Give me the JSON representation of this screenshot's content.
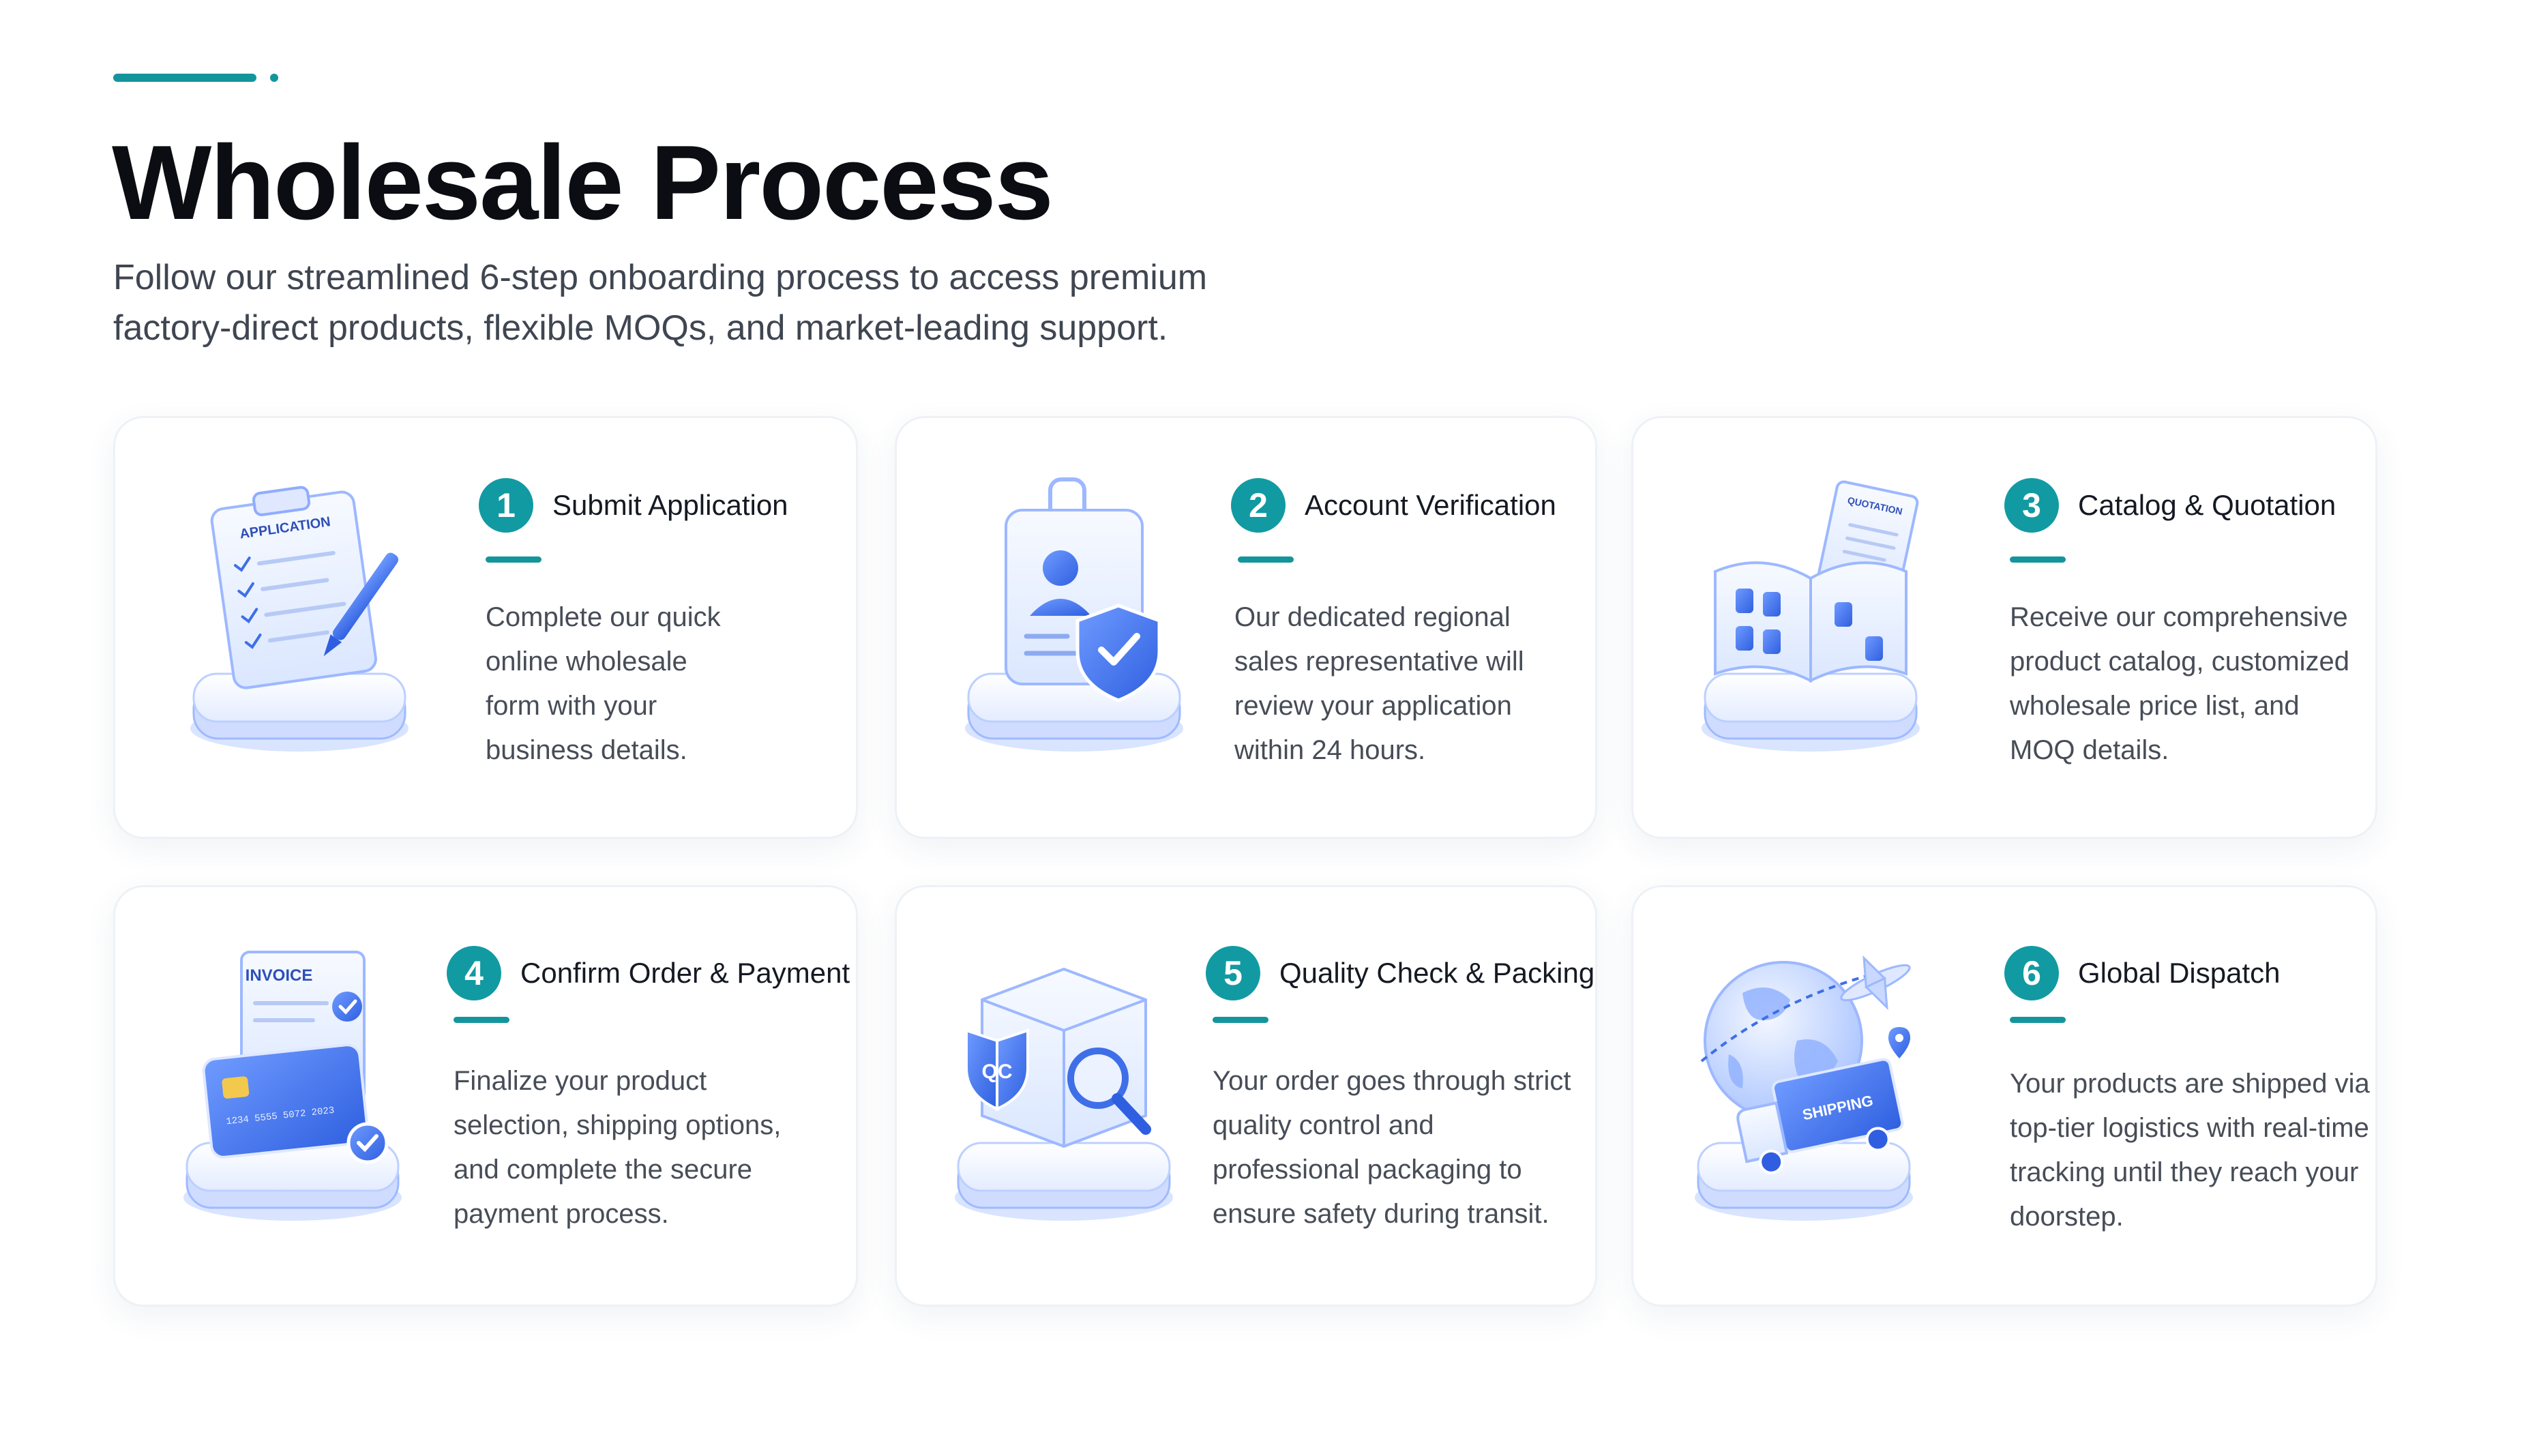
{
  "title": "Wholesale Process",
  "subtitle_lines": [
    "Follow our streamlined 6-step onboarding process to access premium",
    "factory-direct products, flexible MOQs, and market-leading support."
  ],
  "steps": [
    {
      "number": "1",
      "title": "Submit Application",
      "lines": [
        "Complete our quick",
        "online wholesale",
        "form with your",
        "business details."
      ],
      "illustration_label": "APPLICATION",
      "icon": "clipboard-application-icon"
    },
    {
      "number": "2",
      "title": "Account Verification",
      "lines": [
        "Our dedicated regional",
        "sales representative will",
        "review your application",
        "within 24 hours."
      ],
      "icon": "id-badge-shield-icon"
    },
    {
      "number": "3",
      "title": "Catalog & Quotation",
      "lines": [
        "Receive our comprehensive",
        "product catalog, customized",
        "wholesale price list, and",
        "MOQ details."
      ],
      "illustration_label": "QUOTATION",
      "icon": "catalog-book-quotation-icon"
    },
    {
      "number": "4",
      "title": "Confirm Order & Payment",
      "lines": [
        "Finalize your product",
        "selection, shipping options,",
        "and complete the secure",
        "payment process."
      ],
      "illustration_label": "INVOICE",
      "card_number_text": "1234 5555 5072 2023",
      "icon": "invoice-credit-card-icon"
    },
    {
      "number": "5",
      "title": "Quality Check & Packing",
      "lines": [
        "Your order goes through strict",
        "quality control and",
        "professional packaging to",
        "ensure safety during transit."
      ],
      "illustration_label": "QC",
      "icon": "qc-package-magnifier-icon"
    },
    {
      "number": "6",
      "title": "Global Dispatch",
      "lines": [
        "Your products are shipped via",
        "top-tier logistics with real-time",
        "tracking until they reach your",
        "doorstep."
      ],
      "illustration_label": "SHIPPING",
      "icon": "globe-plane-truck-icon"
    }
  ],
  "colors": {
    "accent": "#14959c",
    "step_badge": "#129aa3",
    "title": "#0b0d12",
    "body_text": "#474d57",
    "illustration_blue": "#3b6fe8"
  }
}
